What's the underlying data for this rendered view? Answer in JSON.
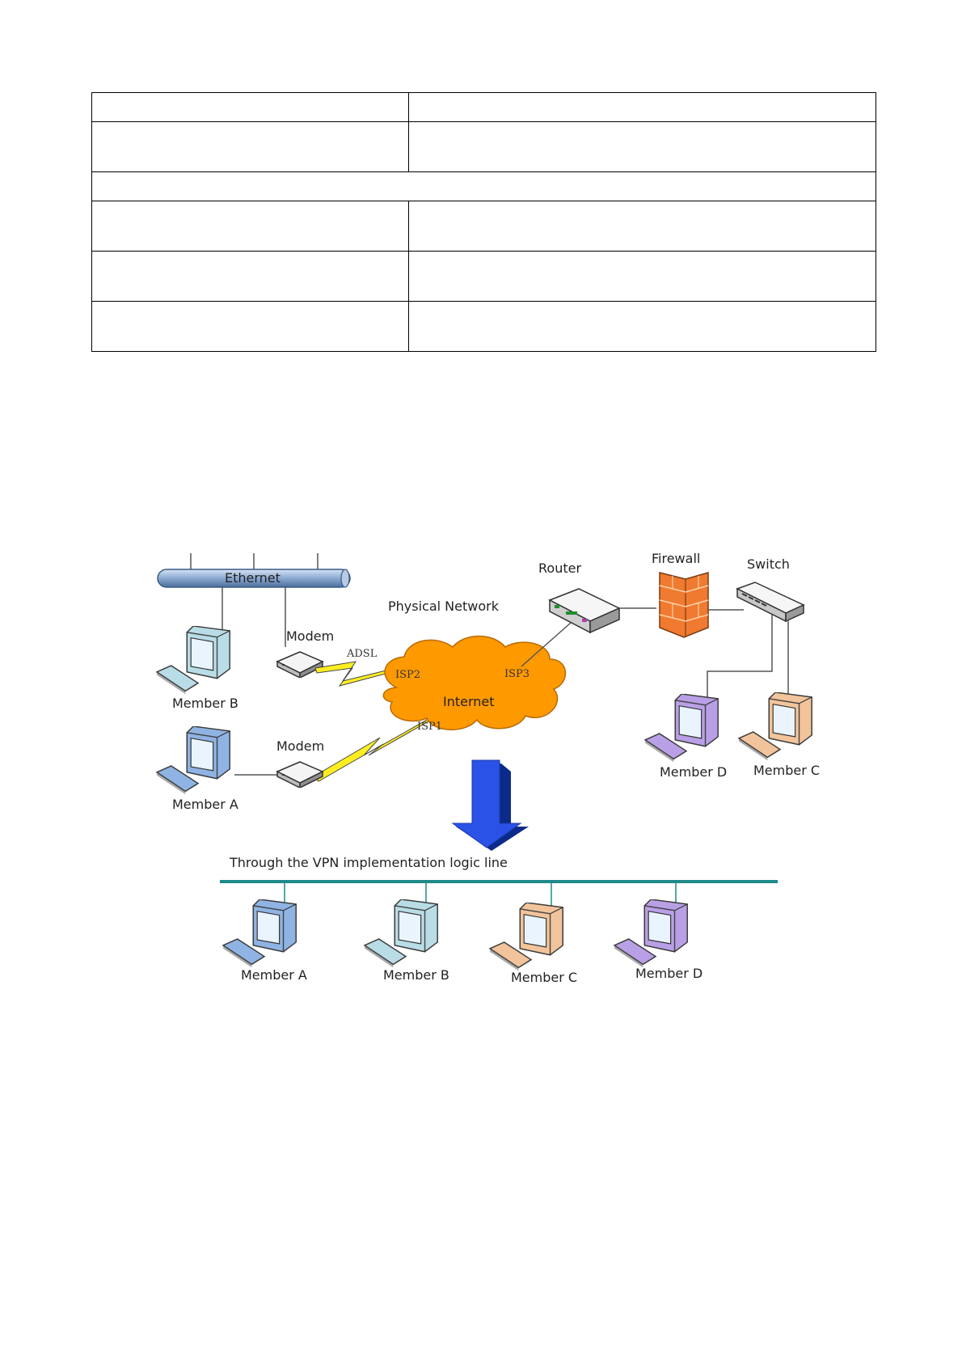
{
  "table": {
    "rows": [
      {
        "type": "split",
        "height": 36
      },
      {
        "type": "split",
        "height": 62
      },
      {
        "type": "merged",
        "height": 36
      },
      {
        "type": "split",
        "height": 62
      },
      {
        "type": "split",
        "height": 62
      },
      {
        "type": "split",
        "height": 62
      }
    ]
  },
  "diagram": {
    "labels": {
      "ethernet": "Ethernet",
      "physical_network": "Physical Network",
      "modem_top": "Modem",
      "modem_bottom": "Modem",
      "adsl": "ADSL",
      "isp1": "ISP1",
      "isp2": "ISP2",
      "isp3": "ISP3",
      "internet": "Internet",
      "router": "Router",
      "firewall": "Firewall",
      "switch": "Switch",
      "member_b_top": "Member B",
      "member_a_top": "Member A",
      "member_d_top": "Member D",
      "member_c_top": "Member C",
      "vpn_line": "Through the VPN implementation logic line",
      "member_a_bottom": "Member A",
      "member_b_bottom": "Member B",
      "member_c_bottom": "Member C",
      "member_d_bottom": "Member D"
    },
    "colors": {
      "member_a": "#8fb4e3",
      "member_b": "#b9dde6",
      "member_c": "#f2c49b",
      "member_d": "#b9a0e6",
      "cloud": "#ff9900",
      "firewall": "#f07a30",
      "arrow": "#2a52e6",
      "vpn_line": "#1e8a8a"
    }
  }
}
